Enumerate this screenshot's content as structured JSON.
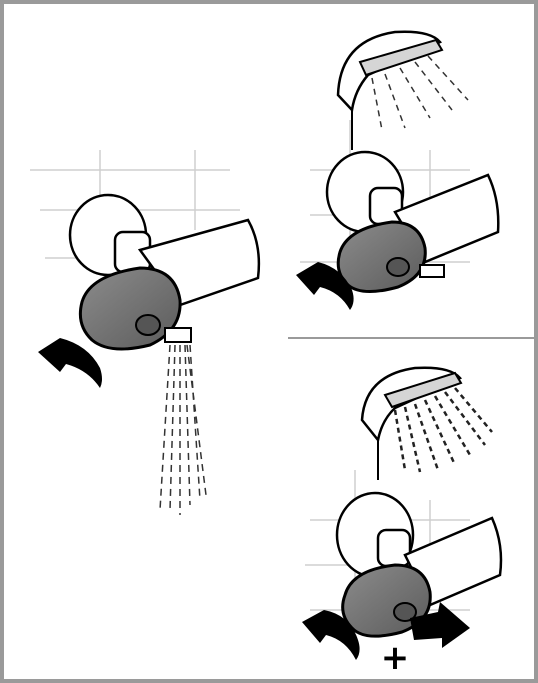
{
  "figure": {
    "annotations": {
      "plus_sign": "+"
    },
    "colors": {
      "frame": "#9a9a9a",
      "line": "#000000",
      "tile_grid": "#cccccc",
      "knob_fill": "#6f6f6f",
      "body_fill": "#ffffff"
    },
    "panels": [
      {
        "id": "left",
        "icon": "tap-knob-turn-water-spout-icon"
      },
      {
        "id": "top-right",
        "icon": "shower-head-spray-icon"
      },
      {
        "id": "bottom-right",
        "icon": "shower-head-strong-spray-push-icon"
      }
    ]
  }
}
